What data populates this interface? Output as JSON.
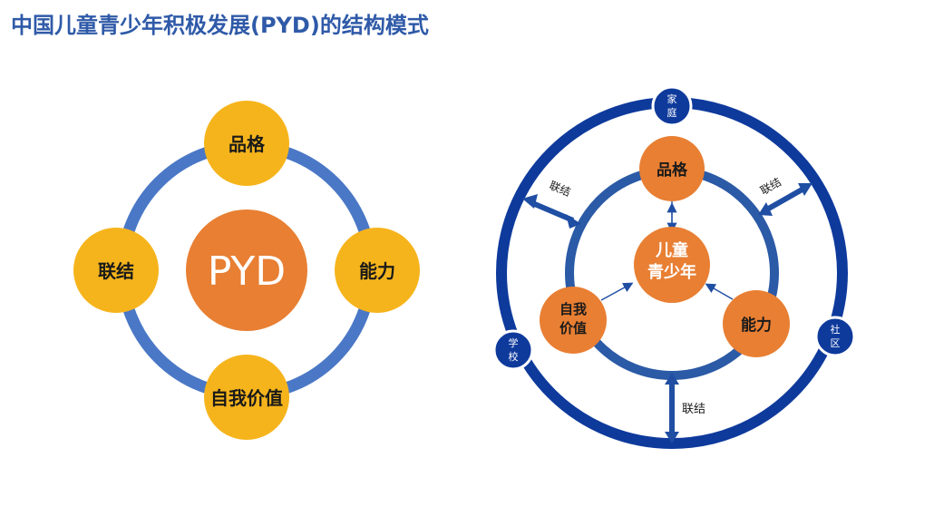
{
  "title": "中国儿童青少年积极发展(PYD)的结构模式",
  "left_diagram": {
    "center": "PYD",
    "nodes": {
      "top": "品格",
      "right": "能力",
      "bottom": "自我价值",
      "left": "联结"
    }
  },
  "right_diagram": {
    "center_line1": "儿童",
    "center_line2": "青少年",
    "nodes": {
      "top": "品格",
      "right": "能力",
      "left_line1": "自我",
      "left_line2": "价值"
    },
    "outer_badges": {
      "top_line1": "家",
      "top_line2": "庭",
      "right_line1": "社",
      "right_line2": "区",
      "left_line1": "学",
      "left_line2": "校"
    },
    "connectors": {
      "upper_left": "联结",
      "upper_right": "联结",
      "bottom": "联结"
    }
  },
  "colors": {
    "title": "#2f5aa8",
    "left_ring": "#4a78c6",
    "yellow_node": "#f6b41c",
    "orange_node": "#e87f33",
    "dark_blue": "#0e3a9c",
    "inner_ring": "#2b5aa6"
  }
}
